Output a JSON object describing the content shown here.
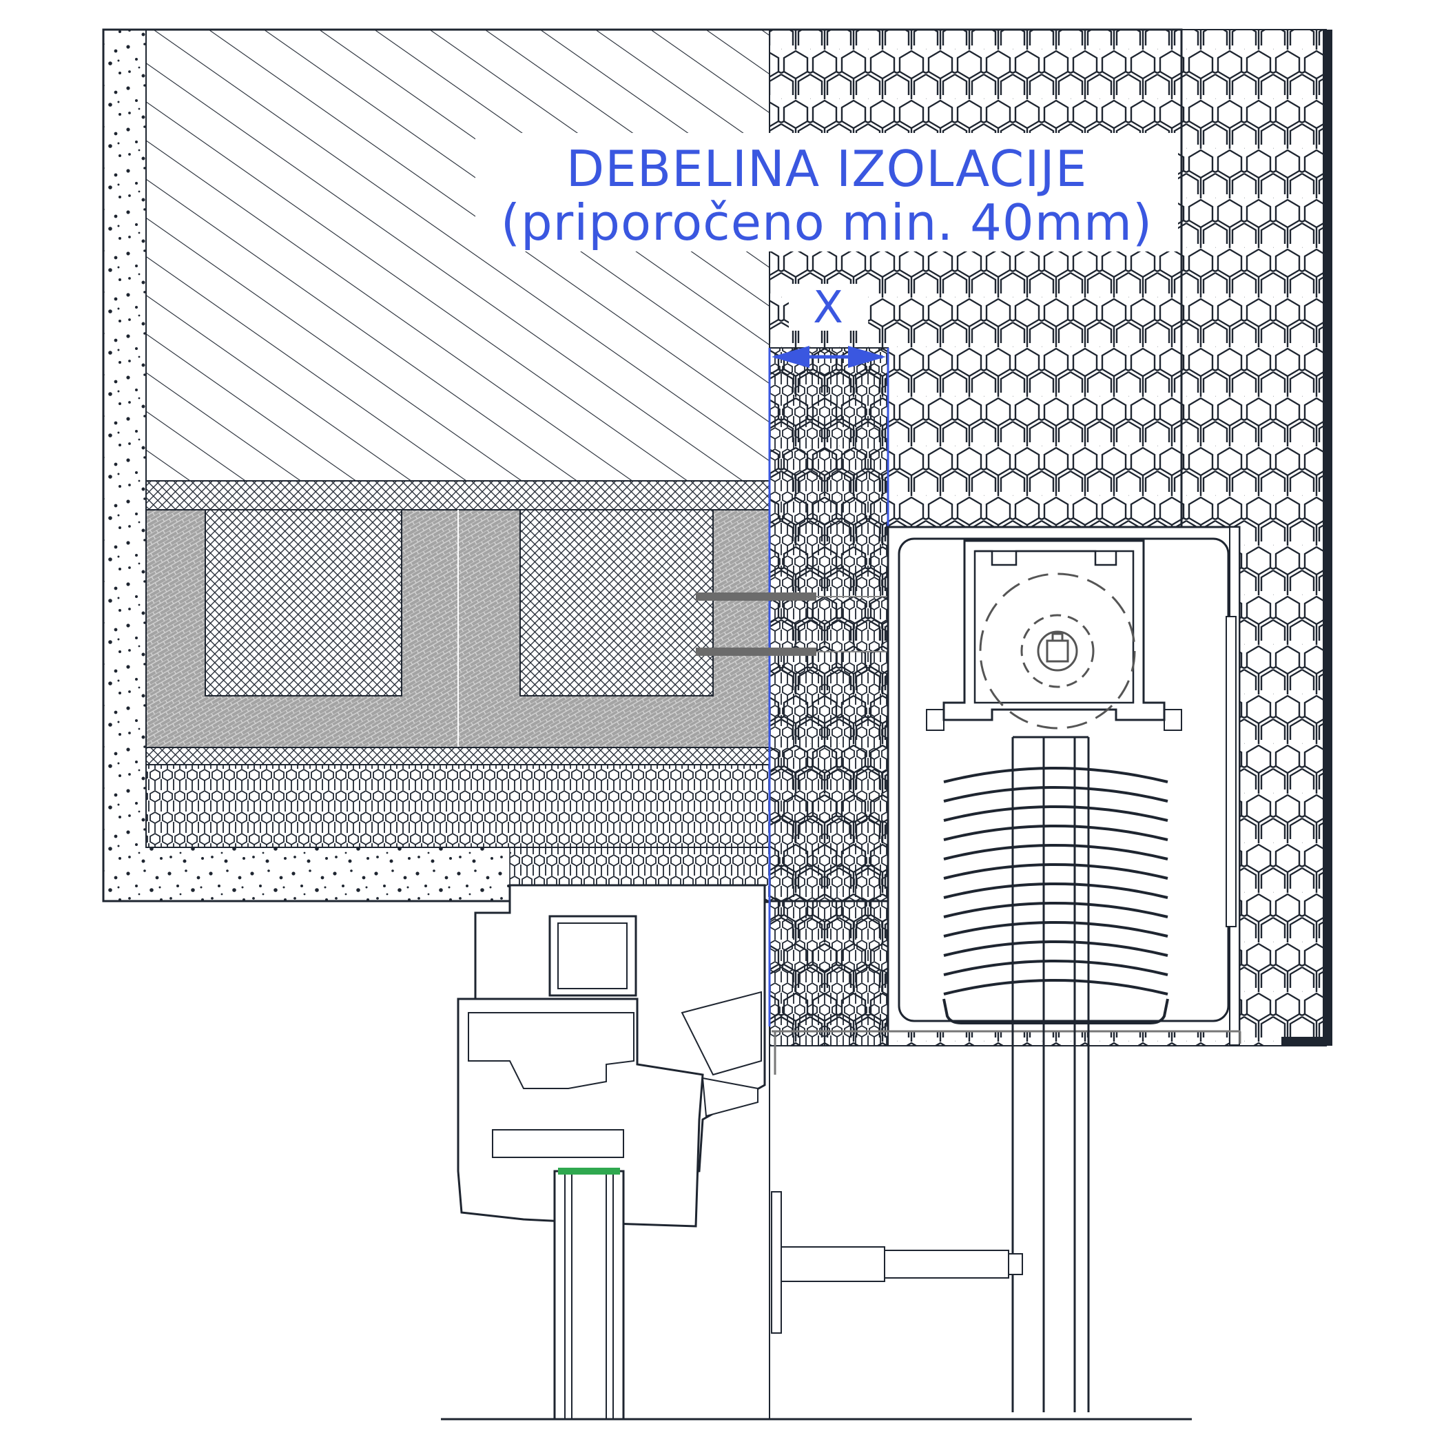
{
  "annotation": {
    "line1": "DEBELINA IZOLACIJE",
    "line2": "(priporočeno min. 40mm)",
    "dimension_label": "X"
  },
  "colors": {
    "annotation": "#3a57e0",
    "line": "#1e2530",
    "grey_fill": "#9c9c9c",
    "seal": "#2fa84f"
  }
}
